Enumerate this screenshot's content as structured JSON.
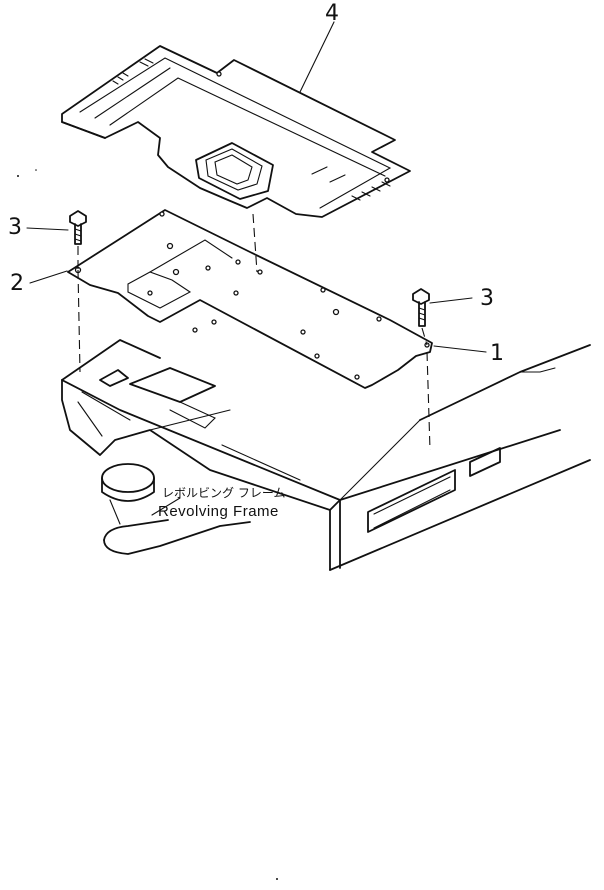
{
  "callouts": {
    "c1": "1",
    "c2": "2",
    "c3_left": "3",
    "c3_right": "3",
    "c4": "4"
  },
  "frame_label": {
    "japanese": "レボルビング フレーム",
    "english": "Revolving Frame"
  }
}
